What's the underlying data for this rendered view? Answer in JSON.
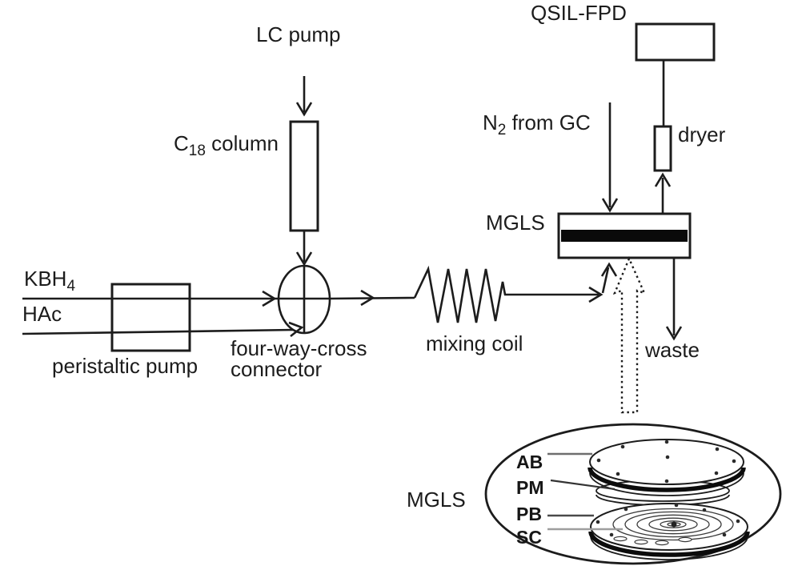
{
  "figure": {
    "background": "#ffffff",
    "ink_color": "#1c1c1c",
    "band_color": "#0a0a0a",
    "leader_colors": {
      "ab": "#6e6e6e",
      "pm": "#333333",
      "pb": "#4a4a4a",
      "sc": "#9e9e9e"
    }
  },
  "flow_labels": {
    "lc_pump": "LC pump",
    "c18_prefix": "C",
    "c18_sub": "18",
    "c18_suffix": " column",
    "kbh_prefix": "KBH",
    "kbh_sub": "4",
    "hac": "HAc",
    "peristaltic_pump": "peristaltic pump",
    "four_way_line1": "four-way-cross",
    "four_way_line2": "connector",
    "mixing_coil": "mixing coil",
    "n2_prefix": "N",
    "n2_sub": "2",
    "n2_suffix": " from GC",
    "mgls": "MGLS",
    "qsil_fpd": "QSIL-FPD",
    "dryer": "dryer",
    "waste": "waste"
  },
  "detail_labels": {
    "mgls": "MGLS",
    "ab": "AB",
    "pm": "PM",
    "pb": "PB",
    "sc": "SC"
  }
}
